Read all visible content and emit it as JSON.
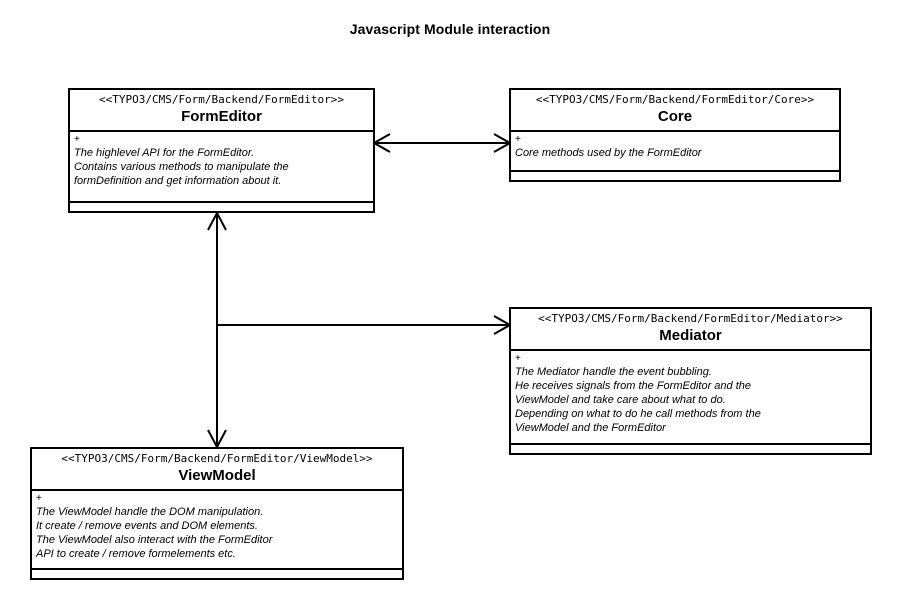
{
  "diagram": {
    "title": "Javascript Module interaction",
    "background_color": "#ffffff",
    "line_color": "#000000",
    "classes": [
      {
        "id": "formeditor",
        "stereotype": "<<TYPO3/CMS/Form/Backend/FormEditor>>",
        "name": "FormEditor",
        "visibility": "+",
        "description": [
          "The highlevel API for the FormEditor.",
          "Contains various methods to manipulate the",
          "formDefinition and get information about it."
        ]
      },
      {
        "id": "core",
        "stereotype": "<<TYPO3/CMS/Form/Backend/FormEditor/Core>>",
        "name": "Core",
        "visibility": "+",
        "description": [
          "Core methods used by the FormEditor"
        ]
      },
      {
        "id": "mediator",
        "stereotype": "<<TYPO3/CMS/Form/Backend/FormEditor/Mediator>>",
        "name": "Mediator",
        "visibility": "+",
        "description": [
          "The Mediator handle the event bubbling.",
          "He receives signals from the FormEditor and the",
          "ViewModel and take care about what to do.",
          "Depending on what to do he call methods from the",
          "ViewModel and the FormEditor"
        ]
      },
      {
        "id": "viewmodel",
        "stereotype": "<<TYPO3/CMS/Form/Backend/FormEditor/ViewModel>>",
        "name": "ViewModel",
        "visibility": "+",
        "description": [
          "The ViewModel handle the DOM manipulation.",
          "It create / remove events and DOM elements.",
          "The ViewModel also interact with the FormEditor",
          "API to create / remove formelements etc."
        ]
      }
    ],
    "connections": [
      {
        "id": "formeditor-core",
        "from": "formeditor",
        "to": "core",
        "arrow": "bidirectional"
      },
      {
        "id": "formeditor-viewmodel",
        "from": "formeditor",
        "to": "viewmodel",
        "arrow": "bidirectional"
      },
      {
        "id": "viewmodel-mediator",
        "from": "viewmodel",
        "to": "mediator",
        "arrow": "unidirectional"
      }
    ]
  }
}
